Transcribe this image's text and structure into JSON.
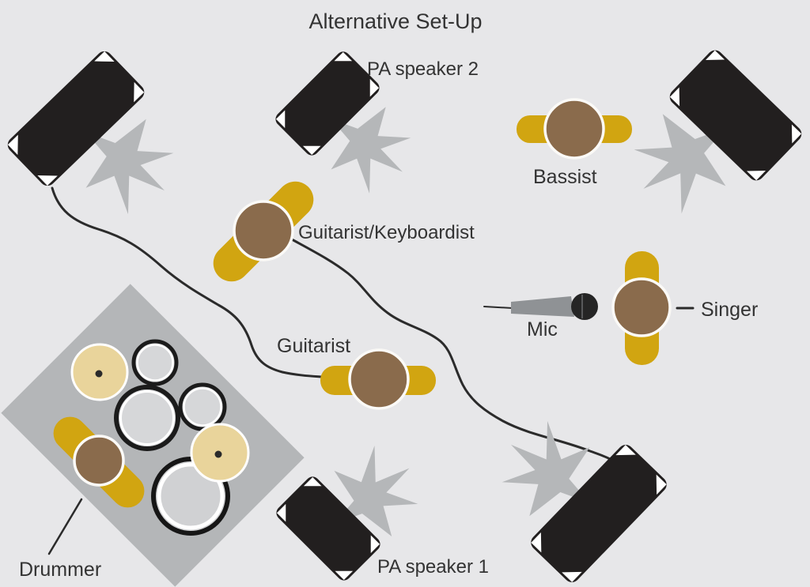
{
  "title": "Alternative Set-Up",
  "labels": {
    "pa_speaker_2": "PA speaker 2",
    "bassist": "Bassist",
    "guitarist_keyboardist": "Guitarist/Keyboardist",
    "singer": "Singer",
    "mic": "Mic",
    "guitarist": "Guitarist",
    "drummer": "Drummer",
    "pa_speaker_1": "PA speaker 1"
  },
  "colors": {
    "background": "#e7e7e9",
    "speaker_black": "#221f1f",
    "burst_gray": "#b5b7b9",
    "person_yellow": "#d1a511",
    "head_brown": "#8a6b4c",
    "head_ring": "#fbfaf7",
    "cymbal_cream": "#e9d49b",
    "riser_gray": "#b4b6b8",
    "drum_fill": "#d6d7d9",
    "bass_drum_fill": "#d0d1d3",
    "drum_rim": "#1b1b1b",
    "cable_dark": "#2b2b2b",
    "mic_handle": "#8f9295",
    "mic_head": "#252525",
    "text": "#333333",
    "white": "#ffffff"
  }
}
